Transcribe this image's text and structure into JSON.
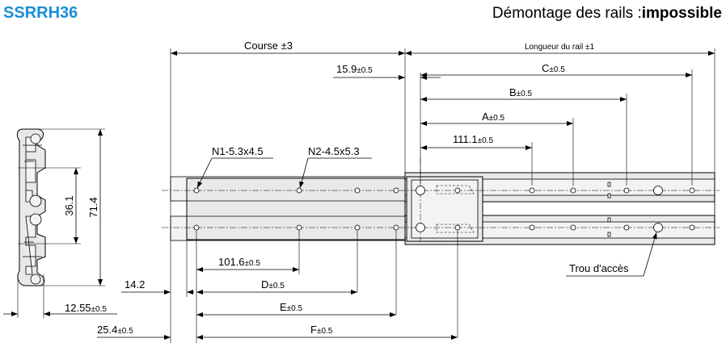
{
  "header": {
    "model": "SSRRH36",
    "rail_removal_label": "Démontage des rails :",
    "rail_removal_value": "impossible"
  },
  "labels": {
    "stroke": "Course ±3",
    "rail_length": "Longueur du rail ±1",
    "dim_15_9": "15.9",
    "dim_c": "C",
    "dim_b": "B",
    "dim_a": "A",
    "dim_111_1": "111.1",
    "n1": "N1-5.3x4.5",
    "n2": "N2-4.5x5.3",
    "dim_101_6": "101.6",
    "dim_d": "D",
    "dim_e": "E",
    "dim_f": "F",
    "dim_14_2": "14.2",
    "dim_12_55": "12.55",
    "dim_25_4": "25.4",
    "dim_36_1": "36.1",
    "dim_71_4": "71.4",
    "access_hole": "Trou d'accès"
  },
  "tolerances": {
    "pm05": "±0.5"
  },
  "colors": {
    "title": "#1a8ed6",
    "line": "#000000",
    "part_fill": "#e9e9e9"
  }
}
